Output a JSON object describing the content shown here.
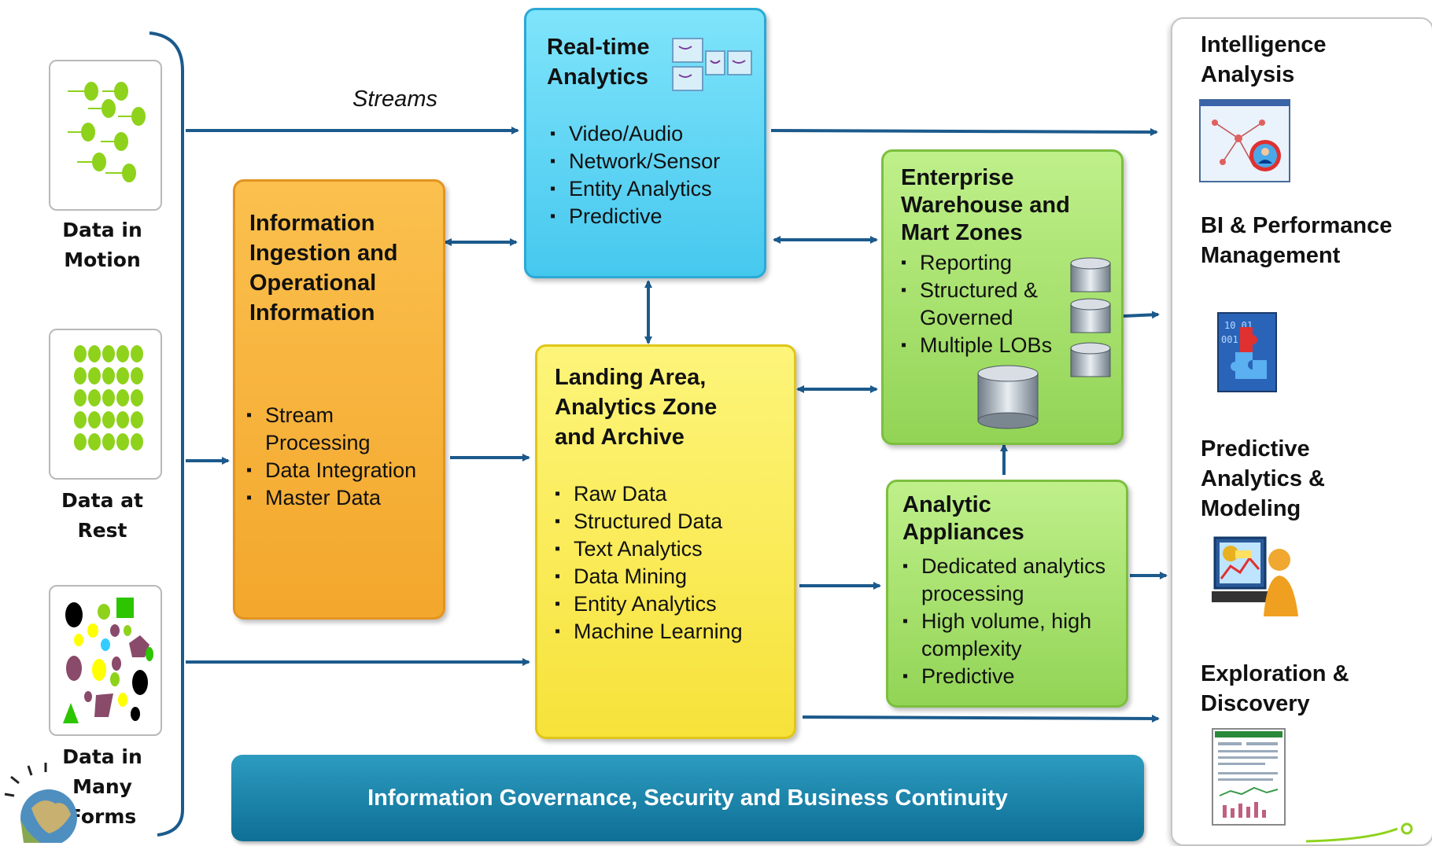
{
  "sources": {
    "motion": "Data in Motion",
    "rest": "Data at Rest",
    "forms": "Data in Many Forms",
    "streams_label": "Streams"
  },
  "ingestion": {
    "title": "Information Ingestion and Operational Information",
    "items": [
      "Stream Processing",
      "Data Integration",
      "Master Data"
    ]
  },
  "realtime": {
    "title": "Real-time Analytics",
    "items": [
      "Video/Audio",
      "Network/Sensor",
      "Entity Analytics",
      "Predictive"
    ]
  },
  "landing": {
    "title": "Landing Area, Analytics Zone and Archive",
    "items": [
      "Raw Data",
      "Structured Data",
      "Text Analytics",
      "Data Mining",
      "Entity Analytics",
      "Machine Learning"
    ]
  },
  "warehouse": {
    "title": "Enterprise Warehouse and Mart Zones",
    "items": [
      "Reporting",
      "Structured & Governed",
      "Multiple LOBs"
    ]
  },
  "appliances": {
    "title": "Analytic Appliances",
    "items": [
      "Dedicated analytics processing",
      "High volume, high complexity",
      "Predictive"
    ]
  },
  "governance": "Information Governance, Security and Business Continuity",
  "outputs": {
    "intelligence": "Intelligence Analysis",
    "bi": "BI & Performance Management",
    "predictive": "Predictive Analytics & Modeling",
    "exploration": "Exploration & Discovery"
  },
  "colors": {
    "arrow": "#1c5a8c",
    "ingestion": "#f5ad35",
    "realtime": "#55d0f2",
    "landing": "#f9e74a",
    "green": "#a0dc64",
    "governance": "#1680a8"
  }
}
